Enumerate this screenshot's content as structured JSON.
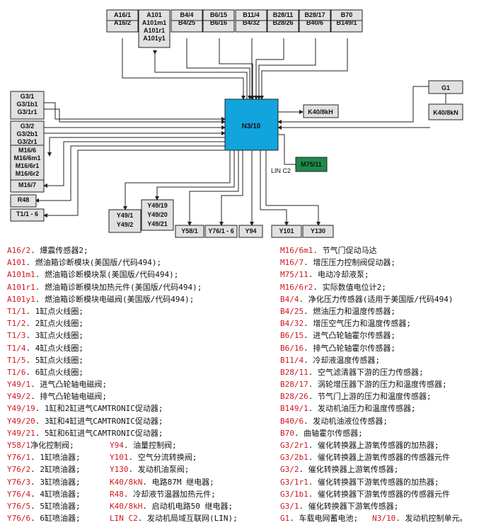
{
  "diagram": {
    "ecu": "N3/10",
    "top_boxes": [
      [
        "A16/1",
        "A16/2"
      ],
      [
        "A101",
        "A101m1",
        "A101r1",
        "A101y1"
      ],
      [
        "B4/4",
        "B4/25"
      ],
      [
        "B6/15",
        "B6/16"
      ],
      [
        "B11/4",
        "B4/32"
      ],
      [
        "B28/11",
        "B28/26"
      ],
      [
        "B28/17",
        "B40/6"
      ],
      [
        "B70",
        "B149/1"
      ]
    ],
    "left_boxes": [
      [
        "G3/1",
        "G3/1b1",
        "G3/1r1"
      ],
      [
        "G3/2",
        "G3/2b1",
        "G3/2r1"
      ],
      [
        "M16/6",
        "M16/6m1",
        "M16/6r1",
        "M16/6r2"
      ],
      [
        "M16/7"
      ],
      [
        "R48"
      ],
      [
        "T1/1 - 6"
      ]
    ],
    "right_boxes": {
      "k40_8kh": "K40/8kH",
      "g1": "G1",
      "k40_8kn": "K40/8kN",
      "m75": "M75/11",
      "lin": "LIN C2"
    },
    "bottom_boxes": [
      [
        "Y49/1",
        "Y49/2"
      ],
      [
        "Y49/19",
        "Y49/20",
        "Y49/21"
      ],
      [
        "Y58/1"
      ],
      [
        "Y76/1 - 6"
      ],
      [
        "Y94"
      ],
      [
        "Y101"
      ],
      [
        "Y130"
      ]
    ]
  },
  "legend_left": [
    {
      "code": "A16/2",
      "desc": ". 爆震传感器2;"
    },
    {
      "code": "A101",
      "desc": ". 燃油箱诊断模块(美国版/代码494);"
    },
    {
      "code": "A101m1",
      "desc": ". 燃油箱诊断模块泵(美国版/代码494);"
    },
    {
      "code": "A101r1",
      "desc": ". 燃油箱诊断模块加热元件(美国版/代码494);"
    },
    {
      "code": "A101y1",
      "desc": ". 燃油箱诊断模块电磁阀(美国版/代码494);"
    },
    {
      "code": "T1/1",
      "desc": ". 1缸点火线圈;"
    },
    {
      "code": "T1/2",
      "desc": ". 2缸点火线圈;"
    },
    {
      "code": "T1/3",
      "desc": ". 3缸点火线圈;"
    },
    {
      "code": "T1/4",
      "desc": ". 4缸点火线圈;"
    },
    {
      "code": "T1/5",
      "desc": ". 5缸点火线圈;"
    },
    {
      "code": "T1/6",
      "desc": ". 6缸点火线圈;"
    },
    {
      "code": "Y49/1",
      "desc": ". 进气凸轮轴电磁阀;"
    },
    {
      "code": "Y49/2",
      "desc": ". 排气凸轮轴电磁阀;"
    },
    {
      "code": "Y49/19",
      "desc": ". 1缸和2缸进气CAMTRONIC促动器;"
    },
    {
      "code": "Y49/20",
      "desc": ". 3缸和4缸进气CAMTRONIC促动器;"
    },
    {
      "code": "Y49/21",
      "desc": ". 5缸和6缸进气CAMTRONIC促动器;"
    },
    {
      "code": "Y58/1",
      "desc": "净化控制阀;",
      "code2": "Y94",
      "desc2": ". 油量控制阀;"
    },
    {
      "code": "Y76/1",
      "desc": ". 1缸喷油器;",
      "code2": "Y101",
      "desc2": ". 空气分流转换阀;"
    },
    {
      "code": "Y76/2",
      "desc": ". 2缸喷油器;",
      "code2": "Y130",
      "desc2": ". 发动机油泵阀;"
    },
    {
      "code": "Y76/3",
      "desc": ". 3缸喷油器;",
      "code2": "K40/8kN",
      "desc2": ". 电路87M 继电器;"
    },
    {
      "code": "Y76/4",
      "desc": ". 4缸喷油器;",
      "code2": "R48",
      "desc2": ". 冷却液节温器加热元件;"
    },
    {
      "code": "Y76/5",
      "desc": ". 5缸喷油器;",
      "code2": "K40/8kH",
      "desc2": ". 启动机电路50 继电器;"
    },
    {
      "code": "Y76/6",
      "desc": ". 6缸喷油器;",
      "code2": "LIN C2",
      "desc2": ". 发动机局域互联网(LIN);"
    }
  ],
  "legend_right": [
    {
      "code": "M16/6m1",
      "desc": ". 节气门促动马达"
    },
    {
      "code": "M16/7",
      "desc": ". 增压压力控制阀促动器;"
    },
    {
      "code": "M75/11",
      "desc": ". 电动冷却液泵;"
    },
    {
      "code": "M16/6r2",
      "desc": ". 实际数值电位计2;"
    },
    {
      "code": "B4/4",
      "desc": ". 净化压力传感器(适用于美国版/代码494)"
    },
    {
      "code": "B4/25",
      "desc": ". 燃油压力和温度传感器;"
    },
    {
      "code": "B4/32",
      "desc": ". 增压空气压力和温度传感器;"
    },
    {
      "code": "B6/15",
      "desc": ". 进气凸轮轴霍尔传感器;"
    },
    {
      "code": "B6/16",
      "desc": ". 排气凸轮轴霍尔传感器;"
    },
    {
      "code": "B11/4",
      "desc": ". 冷却液温度传感器;"
    },
    {
      "code": "B28/11",
      "desc": ". 空气滤清器下游的压力传感器;"
    },
    {
      "code": "B28/17",
      "desc": ". 涡轮增压器下游的压力和温度传感器;"
    },
    {
      "code": "B28/26",
      "desc": ". 节气门上游的压力和温度传感器;"
    },
    {
      "code": "B149/1",
      "desc": ". 发动机油压力和温度传感器;"
    },
    {
      "code": "B40/6",
      "desc": ". 发动机油液位传感器;"
    },
    {
      "code": "B70",
      "desc": ". 曲轴霍尔传感器;"
    },
    {
      "code": "G3/2r1",
      "desc": ". 催化转换器上游氧传感器的加热器;"
    },
    {
      "code": "G3/2b1",
      "desc": ". 催化转换器上游氧传感器的传感器元件"
    },
    {
      "code": "G3/2",
      "desc": ". 催化转换器上游氧传感器;"
    },
    {
      "code": "G3/1r1",
      "desc": ". 催化转换器下游氧传感器的加热器;"
    },
    {
      "code": "G3/1b1",
      "desc": ". 催化转换器下游氧传感器的传感器元件"
    },
    {
      "code": "G3/1",
      "desc": ". 催化转换器下游氧传感器;"
    },
    {
      "code": "G1",
      "desc": ". 车载电网蓄电池;",
      "code2": "N3/10",
      "desc2": ". 发动机控制单元。"
    }
  ]
}
